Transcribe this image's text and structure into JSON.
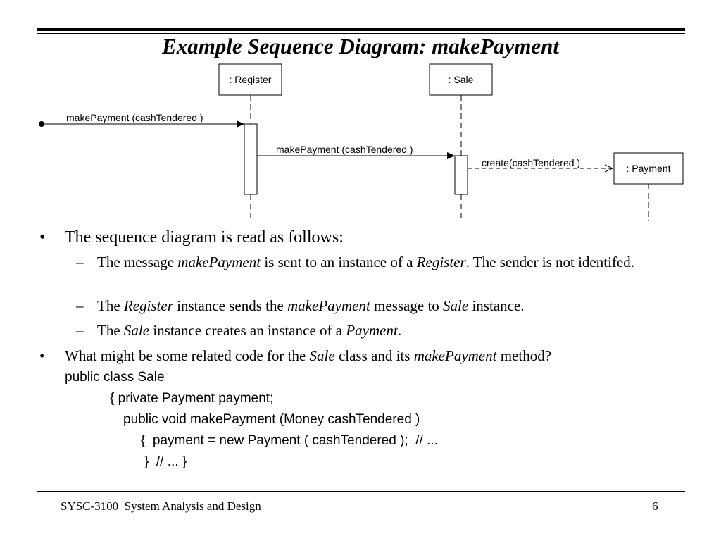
{
  "slide": {
    "title": "Example Sequence Diagram: makePayment"
  },
  "diagram": {
    "lifelines": [
      {
        "label": ": Register"
      },
      {
        "label": ": Sale"
      },
      {
        "label": ": Payment"
      }
    ],
    "messages": [
      {
        "label": "makePayment (cashTendered )"
      },
      {
        "label": "makePayment (cashTendered )"
      },
      {
        "label": "create(cashTendered )"
      }
    ]
  },
  "bullets": [
    {
      "marker": "•",
      "text": "The sequence diagram is read as follows:",
      "sub": [
        {
          "marker": "–",
          "parts": [
            "The message ",
            "makePayment",
            " is sent to an instance of a ",
            "Register",
            ". The sender is not identifed."
          ]
        },
        {
          "marker": "–",
          "parts": [
            "The ",
            "Register",
            " instance sends the ",
            "makePayment",
            " message to ",
            "Sale",
            " instance."
          ]
        },
        {
          "marker": "–",
          "parts": [
            "The ",
            "Sale",
            " instance creates an instance of a ",
            "Payment",
            "."
          ]
        }
      ]
    },
    {
      "marker": "•",
      "parts": [
        "What might be some related code for the ",
        "Sale",
        " class and its ",
        "makePayment",
        " method?"
      ]
    }
  ],
  "code_lines": [
    "public class Sale",
    "{ private Payment payment;",
    "public void makePayment (Money cashTendered )",
    "{  payment = new Payment ( cashTendered );  // ...",
    "}  // ... }"
  ],
  "footer": {
    "course": "SYSC-3100  System Analysis and Design",
    "page": "6"
  }
}
